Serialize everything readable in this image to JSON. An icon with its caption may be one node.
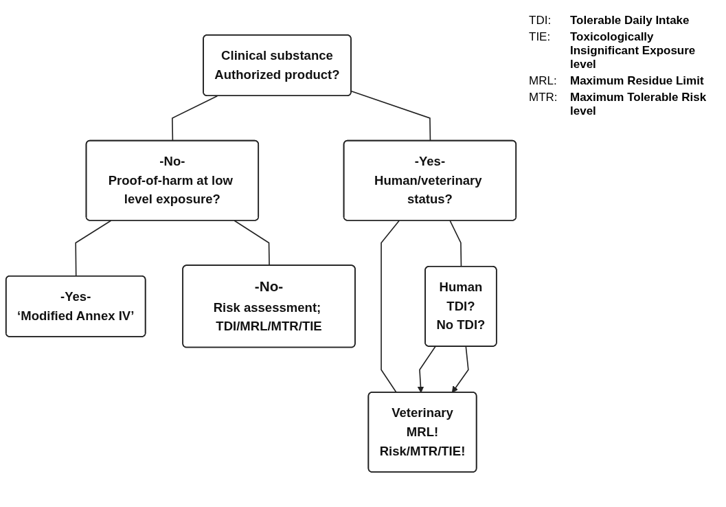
{
  "diagram": {
    "nodes": [
      {
        "text": [
          "Clinical substance",
          "Authorized product?"
        ]
      },
      {
        "text": [
          "-Yes-",
          "Human/veterinary status?"
        ]
      },
      {
        "text": [
          "-No-",
          "Proof-of-harm at low level exposure?"
        ]
      },
      {
        "text": [
          "-Yes-",
          "‘Modified Annex IV’"
        ]
      },
      {
        "text": [
          "-No-",
          "Risk assessment; TDI/MRL/MTR/TIE"
        ]
      },
      {
        "text": [
          "Human",
          "TDI?",
          "No TDI?"
        ]
      },
      {
        "text": [
          "Veterinary",
          "MRL!",
          "Risk/MTR/TIE!"
        ]
      }
    ],
    "edges": [
      {
        "from": 0,
        "to": 1,
        "arrow": "none"
      },
      {
        "from": 0,
        "to": 2,
        "arrow": "none"
      },
      {
        "from": 2,
        "to": 3,
        "arrow": "none"
      },
      {
        "from": 2,
        "to": 4,
        "arrow": "none"
      },
      {
        "from": 1,
        "to": 5,
        "arrow": "none"
      },
      {
        "from": 1,
        "to": 6,
        "arrow": "none"
      },
      {
        "from": 5,
        "to": 6,
        "arrow": "to"
      },
      {
        "from": 5,
        "to": 6,
        "arrow": "to"
      }
    ],
    "labels": [
      "TDI:",
      "Tolerable Daily Intake",
      "TIE:",
      "Toxicologically Insignificant Exposure level",
      "MRL:",
      "Maximum Residue Limit",
      "MTR:",
      "Maximum Tolerable Risk level"
    ]
  }
}
